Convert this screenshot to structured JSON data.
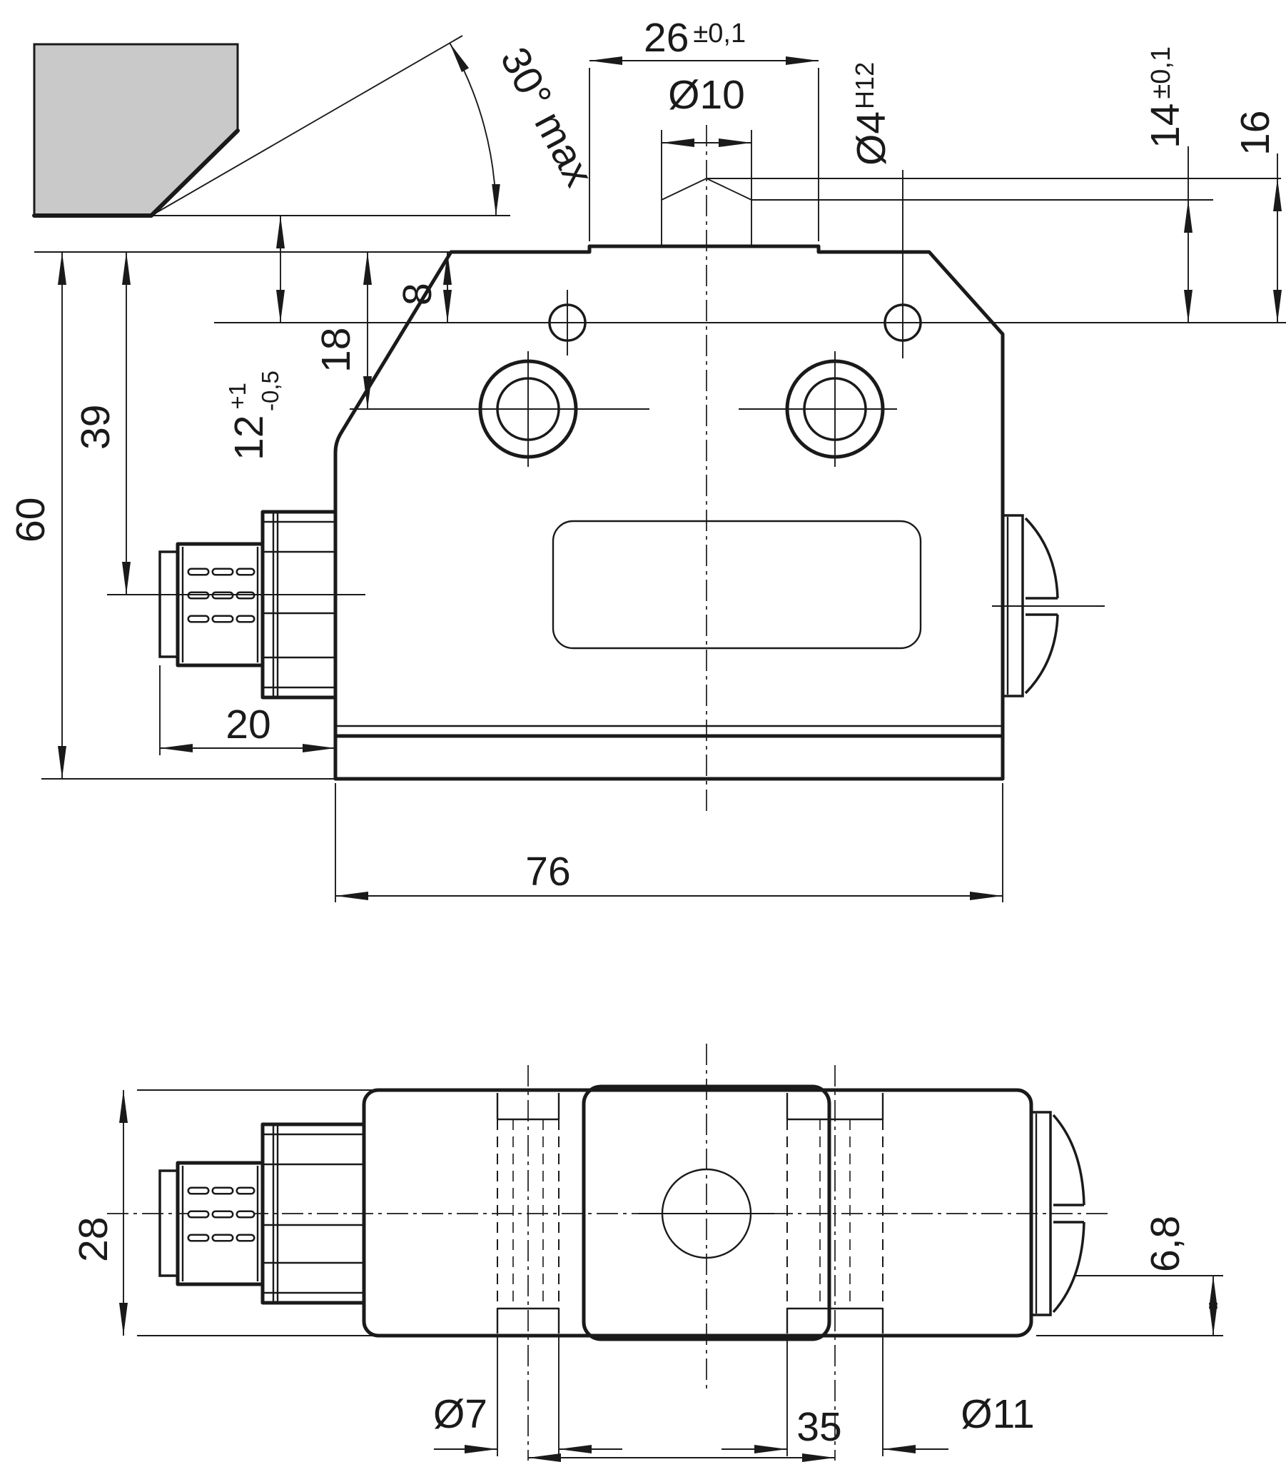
{
  "drawing": {
    "type": "technical-dimension-drawing",
    "views": [
      "front-view-with-actuating-cam",
      "bottom-view"
    ],
    "line_color": "#1a1a1a",
    "cam_fill": "#c9c9c9"
  },
  "dims": {
    "top": {
      "width26": "26",
      "width26_tol": "±0,1",
      "plunger_dia": "Ø10",
      "angle": "30° max",
      "pin_dia": "Ø4",
      "pin_dia_tol": "H12",
      "h14": "14",
      "h14_tol": "±0,1",
      "h16": "16",
      "h8": "8",
      "h18": "18",
      "h12": "12",
      "h12_plus": "+1",
      "h12_minus": "-0,5",
      "h39": "39",
      "h60": "60",
      "w20": "20",
      "w76": "76"
    },
    "bottom": {
      "h28": "28",
      "d7": "Ø7",
      "w35": "35",
      "d11": "Ø11",
      "h68": "6,8"
    }
  }
}
